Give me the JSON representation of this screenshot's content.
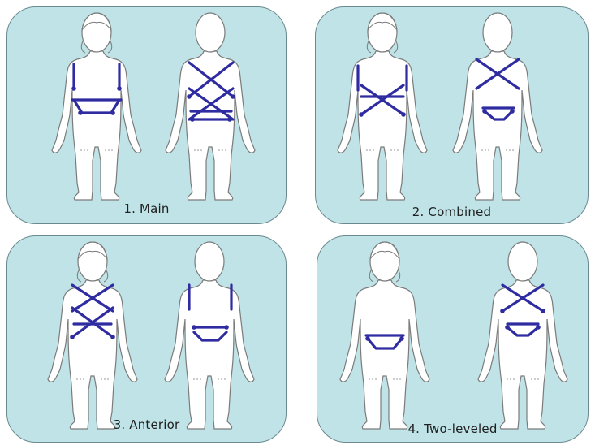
{
  "panels": [
    {
      "label": "1. Main"
    },
    {
      "label": "2. Combined"
    },
    {
      "label": "3. Anterior"
    },
    {
      "label": "4. Two-leveled"
    }
  ],
  "colors": {
    "panel_bg": "#bfe3e7",
    "panel_border": "#6a8a90",
    "figure_fill": "#ffffff",
    "figure_outline": "#7b7b7b",
    "tape": "#2e2ca0"
  },
  "icons": {
    "front_figure": "child-front-view-figure",
    "back_figure": "child-back-view-figure",
    "tape": "kinesio-tape-lines"
  }
}
